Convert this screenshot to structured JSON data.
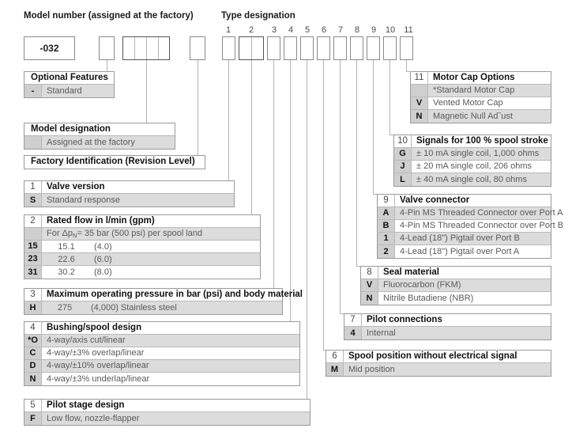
{
  "headings": {
    "model_number": "Model number (assigned at the factory)",
    "type_designation": "Type designation"
  },
  "model_code": {
    "prefix_value": "-032",
    "column_numbers": [
      "1",
      "2",
      "3",
      "4",
      "5",
      "6",
      "7",
      "8",
      "9",
      "10",
      "11"
    ]
  },
  "tables": {
    "optional_features": {
      "num": "",
      "title": "Optional Features",
      "rows": [
        {
          "key": "-",
          "label": "Standard"
        }
      ]
    },
    "model_designation": {
      "num": "",
      "title": "Model designation",
      "rows": [
        {
          "key": "",
          "label": "Assigned at the factory"
        }
      ]
    },
    "factory_identification": {
      "num": "",
      "title": "Factory Identification (Revision Level)",
      "rows": []
    },
    "valve_version": {
      "num": "1",
      "title": "Valve version",
      "rows": [
        {
          "key": "S",
          "label": "Standard response"
        }
      ]
    },
    "rated_flow": {
      "num": "2",
      "title": "Rated flow in l/min (gpm)",
      "subheader": {
        "key": "",
        "label_pre": "For Δp",
        "label_sub": "N",
        "label_post": "= 35 bar (500 psi) per spool land"
      },
      "rows": [
        {
          "key": "15",
          "metric": "15.1",
          "imperial": "(4.0)"
        },
        {
          "key": "23",
          "metric": "22.6",
          "imperial": "(6.0)"
        },
        {
          "key": "31",
          "metric": "30.2",
          "imperial": "(8.0)"
        }
      ]
    },
    "max_pressure": {
      "num": "3",
      "title": "Maximum operating pressure in bar (psi) and body material",
      "rows": [
        {
          "key": "H",
          "bar": "275",
          "psi": "(4,000) Stainless steel"
        }
      ]
    },
    "bushing_spool": {
      "num": "4",
      "title": "Bushing/spool design",
      "rows": [
        {
          "key": "*O",
          "label": "4-way/axis cut/linear"
        },
        {
          "key": "C",
          "label": "4-way/±3% overlap/linear"
        },
        {
          "key": "D",
          "label": "4-way/±10% overlap/linear"
        },
        {
          "key": "N",
          "label": "4-way/±3% underlap/linear"
        }
      ]
    },
    "pilot_stage": {
      "num": "5",
      "title": "Pilot stage design",
      "rows": [
        {
          "key": "F",
          "label": "Low flow, nozzle-flapper"
        }
      ]
    },
    "spool_position": {
      "num": "6",
      "title": "Spool position without electrical signal",
      "rows": [
        {
          "key": "M",
          "label": "Mid position"
        }
      ]
    },
    "pilot_connections": {
      "num": "7",
      "title": "Pilot connections",
      "rows": [
        {
          "key": "4",
          "label": "Internal"
        }
      ]
    },
    "seal_material": {
      "num": "8",
      "title": "Seal material",
      "rows": [
        {
          "key": "V",
          "label": "Fluorocarbon (FKM)"
        },
        {
          "key": "N",
          "label": "Nitrile Butadiene (NBR)"
        }
      ]
    },
    "valve_connector": {
      "num": "9",
      "title": "Valve connector",
      "rows": [
        {
          "key": "A",
          "label": "4-Pin MS Threaded Connector over Port A"
        },
        {
          "key": "B",
          "label": "4-Pin MS Threaded Connector over Port B"
        },
        {
          "key": "1",
          "label": "4-Lead (18\") Pigtail over Port B"
        },
        {
          "key": "2",
          "label": "4-Lead (18\") Pigtail over Port A"
        }
      ]
    },
    "signals": {
      "num": "10",
      "title": "Signals for 100 % spool stroke",
      "rows": [
        {
          "key": "G",
          "label": "± 10 mA single coil, 1,000 ohms"
        },
        {
          "key": "J",
          "label": "± 20 mA single coil, 206 ohms"
        },
        {
          "key": "L",
          "label": "± 40 mA single coil, 80 ohms"
        }
      ]
    },
    "motor_cap": {
      "num": "11",
      "title": "Motor Cap Options",
      "rows": [
        {
          "key": "",
          "label": "*Standard Motor Cap"
        },
        {
          "key": "V",
          "label": "Vented Motor Cap"
        },
        {
          "key": "N",
          "label": "Magnetic Null Adˇust"
        }
      ]
    }
  },
  "colors": {
    "key_cell": "#cfcfcf",
    "shade_row": "#dcdcdc",
    "border": "#9a9a9a",
    "leader": "#b4b4b4",
    "text_dark": "#111111",
    "text_gray": "#5a5a5a"
  }
}
